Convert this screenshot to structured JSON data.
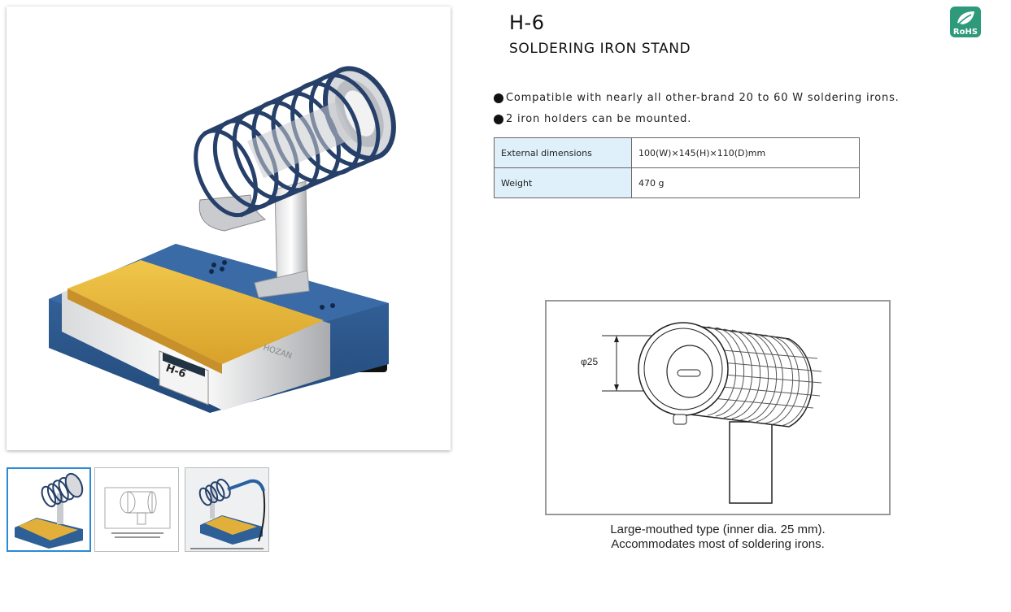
{
  "product": {
    "model": "H-6",
    "name": "SOLDERING IRON STAND"
  },
  "badge": {
    "icon": "rohs-leaf-icon",
    "text": "RoHS",
    "color": "#2e9a7a"
  },
  "features": [
    "Compatible with nearly all other-brand 20 to 60 W soldering irons.",
    "2 iron holders can be mounted."
  ],
  "specs": [
    {
      "label": "External dimensions",
      "value": "100(W)×145(H)×110(D)mm"
    },
    {
      "label": "Weight",
      "value": "470 g"
    }
  ],
  "main_image": {
    "plate_brand": "HOZAN",
    "plate_model": "H-6"
  },
  "diagram": {
    "dimension_label": "φ25",
    "caption_line1": "Large-mouthed type (inner dia. 25 mm).",
    "caption_line2": "Accommodates most of soldering irons."
  },
  "thumbnails": [
    {
      "name": "stand-photo",
      "selected": true
    },
    {
      "name": "holder-diagram",
      "selected": false
    },
    {
      "name": "stand-with-iron-photo",
      "selected": false
    }
  ],
  "colors": {
    "stand_blue": "#2f5f97",
    "sponge_yellow": "#e7b83a",
    "selected_border": "#2a8ad4",
    "table_label_bg": "#dff0fb"
  }
}
